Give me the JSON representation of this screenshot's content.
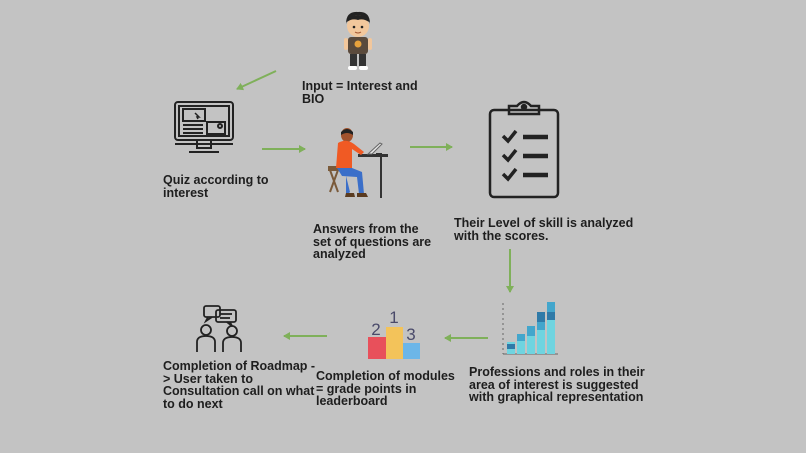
{
  "diagram": {
    "steps": [
      {
        "id": "input",
        "label": "Input = Interest and\nBIO",
        "icon": "user-avatar-icon"
      },
      {
        "id": "quiz",
        "label": "Quiz according to\ninterest",
        "icon": "computer-monitor-icon"
      },
      {
        "id": "answers",
        "label": "Answers from the\nset of questions are\nanalyzed",
        "icon": "person-at-laptop-icon"
      },
      {
        "id": "skill",
        "label": "Their Level of skill is analyzed\nwith the scores.",
        "icon": "clipboard-checklist-icon"
      },
      {
        "id": "professions",
        "label": "Professions and roles in their\narea of interest is suggested\nwith graphical representation",
        "icon": "bar-chart-icon"
      },
      {
        "id": "modules",
        "label": "Completion of modules\n= grade points in\nleaderboard",
        "icon": "podium-icon"
      },
      {
        "id": "roadmap",
        "label": "Completion of Roadmap -\n> User taken to\nConsultation call on what\nto do next",
        "icon": "consultation-chat-icon"
      }
    ],
    "podium_ranks": [
      "2",
      "1",
      "3"
    ],
    "colors": {
      "background": "#c3c3c3",
      "arrow": "#7fb05a",
      "text": "#1e1e1e",
      "podium": [
        "#e8505b",
        "#f3c35a",
        "#6cb6e8"
      ],
      "bars_light": "#6fd4e0",
      "bars_mid": "#43a6cc",
      "bars_dark": "#2f7aa8"
    }
  }
}
